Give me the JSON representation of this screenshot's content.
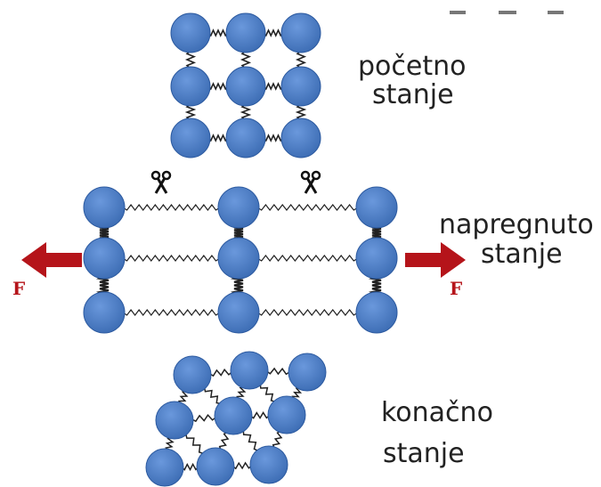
{
  "labels": {
    "initial_line1": "početno",
    "initial_line2": "stanje",
    "stressed_line1": "napregnuto",
    "stressed_line2": "stanje",
    "final_line1": "konačno",
    "final_line2": "stanje",
    "force_left": "F",
    "force_right": "F"
  },
  "colors": {
    "atom_fill": "#4a7cc6",
    "atom_stroke": "#2c5aa0",
    "spring": "#222222",
    "arrow": "#b5141a"
  },
  "icons": {
    "scissors_left": "scissors-icon",
    "scissors_right": "scissors-icon"
  }
}
